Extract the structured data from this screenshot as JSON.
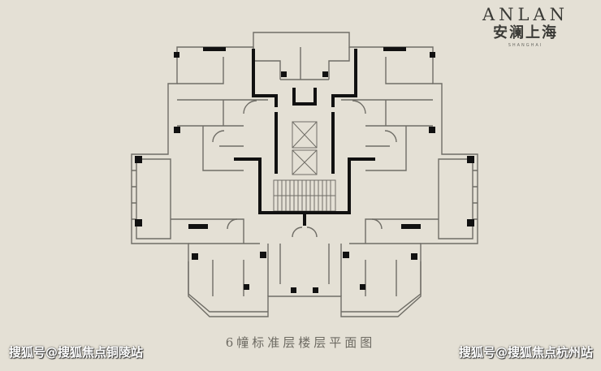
{
  "brand": {
    "name_en": "ANLAN",
    "name_cn": "安澜上海",
    "location": "SHANGHAI"
  },
  "caption": "6幢标准层楼层平面图",
  "watermarks": {
    "left": "搜狐号@搜狐焦点铜陵站",
    "right": "搜狐号@搜狐焦点杭州站"
  },
  "colors": {
    "background": "#e4e0d5",
    "wall": "#111111",
    "line": "#6f6d66"
  }
}
